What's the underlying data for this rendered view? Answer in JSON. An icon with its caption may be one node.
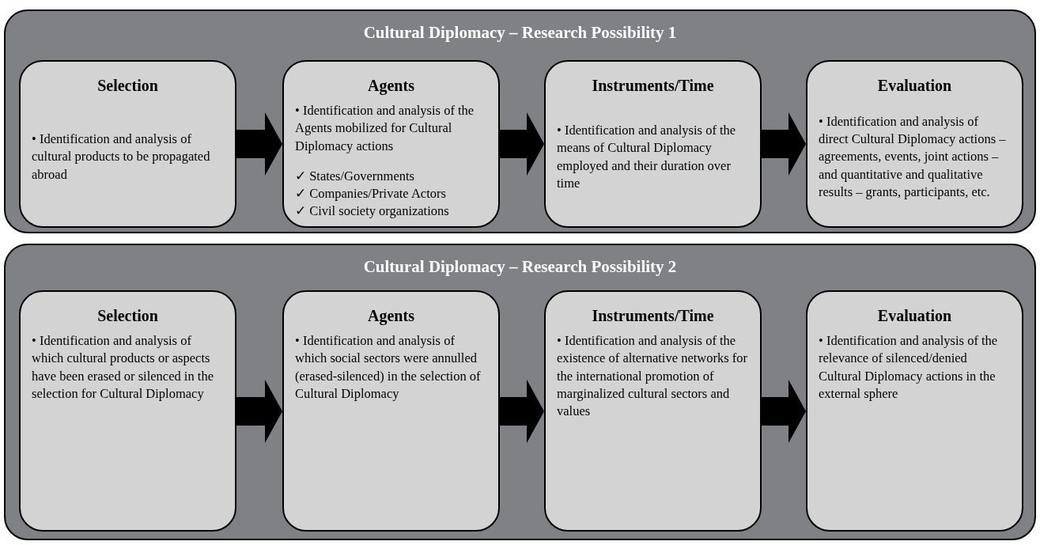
{
  "diagram": {
    "nodes": [
      {
        "text": [
          "Cultural Diplomacy – Research Possibility 1"
        ]
      },
      {
        "text": [
          "Selection",
          "• Identification and analysis of cultural products to be propagated abroad"
        ],
        "in": 0
      },
      {
        "text": [
          "Agents",
          "• Identification and analysis of the Agents mobilized for Cultural Diplomacy actions",
          "✓ States/Governments",
          "✓ Companies/Private Actors",
          "✓ Civil society organizations"
        ],
        "in": 0
      },
      {
        "text": [
          "Instruments/Time",
          "• Identification and analysis of the means of Cultural Diplomacy employed and their duration over time"
        ],
        "in": 0
      },
      {
        "text": [
          "Evaluation",
          "• Identification and analysis of direct Cultural Diplomacy actions – agreements, events, joint actions – and quantitative and qualitative results – grants, participants, etc."
        ],
        "in": 0
      },
      {
        "text": [
          "Cultural Diplomacy – Research Possibility 2"
        ]
      },
      {
        "text": [
          "Selection",
          "• Identification and analysis of which cultural products or aspects have been erased or silenced in the selection for Cultural Diplomacy"
        ],
        "in": 5
      },
      {
        "text": [
          "Agents",
          "• Identification and analysis of which social sectors were annulled (erased-silenced) in the selection of Cultural Diplomacy"
        ],
        "in": 5
      },
      {
        "text": [
          "Instruments/Time",
          "• Identification and analysis of the existence of alternative networks for the international promotion of marginalized cultural sectors and values"
        ],
        "in": 5
      },
      {
        "text": [
          "Evaluation",
          "• Identification and analysis of the relevance of silenced/denied Cultural Diplomacy actions in the external sphere"
        ],
        "in": 5
      }
    ],
    "edges": [
      {
        "from": 1,
        "to": 2,
        "arrow": "to",
        "style": "thick"
      },
      {
        "from": 2,
        "to": 3,
        "arrow": "to",
        "style": "thick"
      },
      {
        "from": 3,
        "to": 4,
        "arrow": "to",
        "style": "thick"
      },
      {
        "from": 6,
        "to": 7,
        "arrow": "to",
        "style": "thick"
      },
      {
        "from": 7,
        "to": 8,
        "arrow": "to",
        "style": "thick"
      },
      {
        "from": 8,
        "to": 9,
        "arrow": "to",
        "style": "thick"
      }
    ]
  }
}
